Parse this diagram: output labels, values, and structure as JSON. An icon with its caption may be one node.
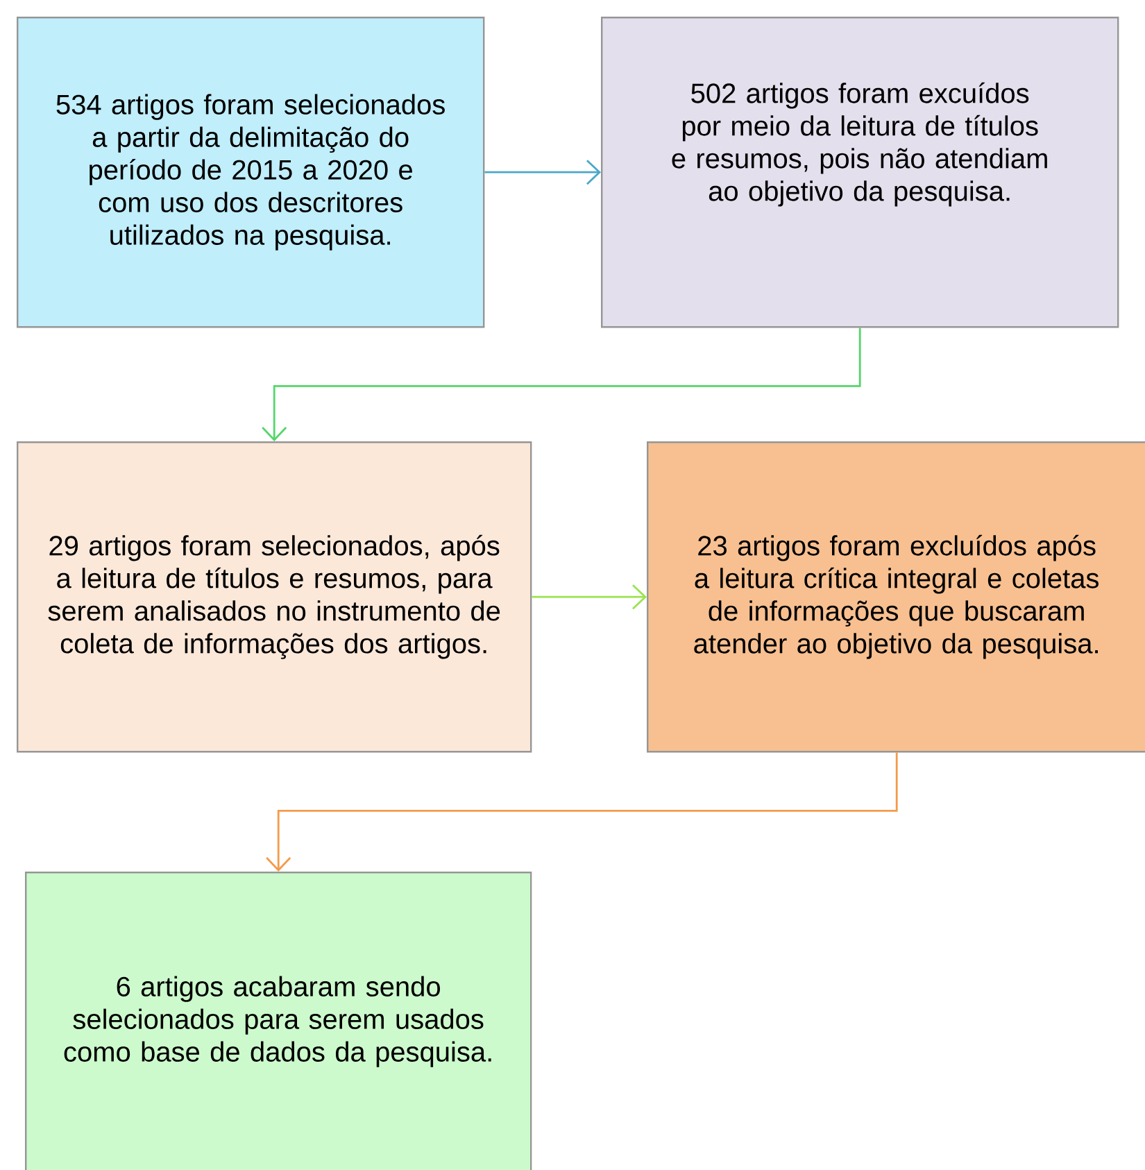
{
  "diagram": {
    "nodes": [
      {
        "text": [
          "534 artigos foram selecionados a partir da delimitação do período de 2015 a 2020 e com uso dos descritores utilizados na pesquisa."
        ]
      },
      {
        "text": [
          "502 artigos foram excuídos por meio da leitura de títulos e resumos, pois não atendiam ao objetivo da pesquisa."
        ]
      },
      {
        "text": [
          "29 artigos foram selecionados, após a leitura de títulos e resumos, para serem analisados no instrumento de coleta de informações dos artigos."
        ]
      },
      {
        "text": [
          "23 artigos foram excluídos após a leitura crítica integral e coletas de informações que buscaram atender ao objetivo da pesquisa."
        ]
      },
      {
        "text": [
          "6 artigos acabaram sendo selecionados para serem usados como base de dados da pesquisa."
        ]
      }
    ],
    "edges": [
      {
        "from": 0,
        "to": 1,
        "arrow": "to",
        "color": "#4aa8c8"
      },
      {
        "from": 1,
        "to": 2,
        "arrow": "to",
        "color": "#55d66a"
      },
      {
        "from": 2,
        "to": 3,
        "arrow": "to",
        "color": "#9be34f"
      },
      {
        "from": 3,
        "to": 4,
        "arrow": "to",
        "color": "#f59a4a"
      }
    ]
  }
}
